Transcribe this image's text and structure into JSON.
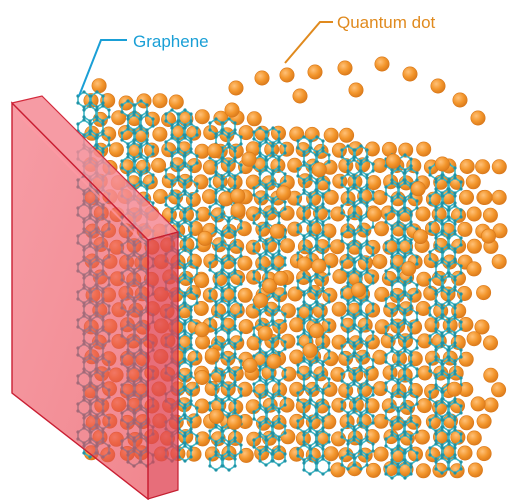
{
  "labels": {
    "graphene": "Graphene",
    "quantum_dot": "Quantum dot"
  },
  "colors": {
    "graphene_label": "#1a9fd6",
    "quantum_dot_label": "#e08a1e",
    "graphene_bond": "#3bb5c4",
    "graphene_atom": "#1f93a6",
    "quantum_dot_fill": "#f3962c",
    "quantum_dot_edge": "#d9781a",
    "electrode_fill": "#f0606e",
    "electrode_edge": "#d32a3c",
    "background": "#ffffff"
  },
  "components": {
    "graphene_layer_count": 9,
    "electrode_shape": "red translucent slab"
  }
}
